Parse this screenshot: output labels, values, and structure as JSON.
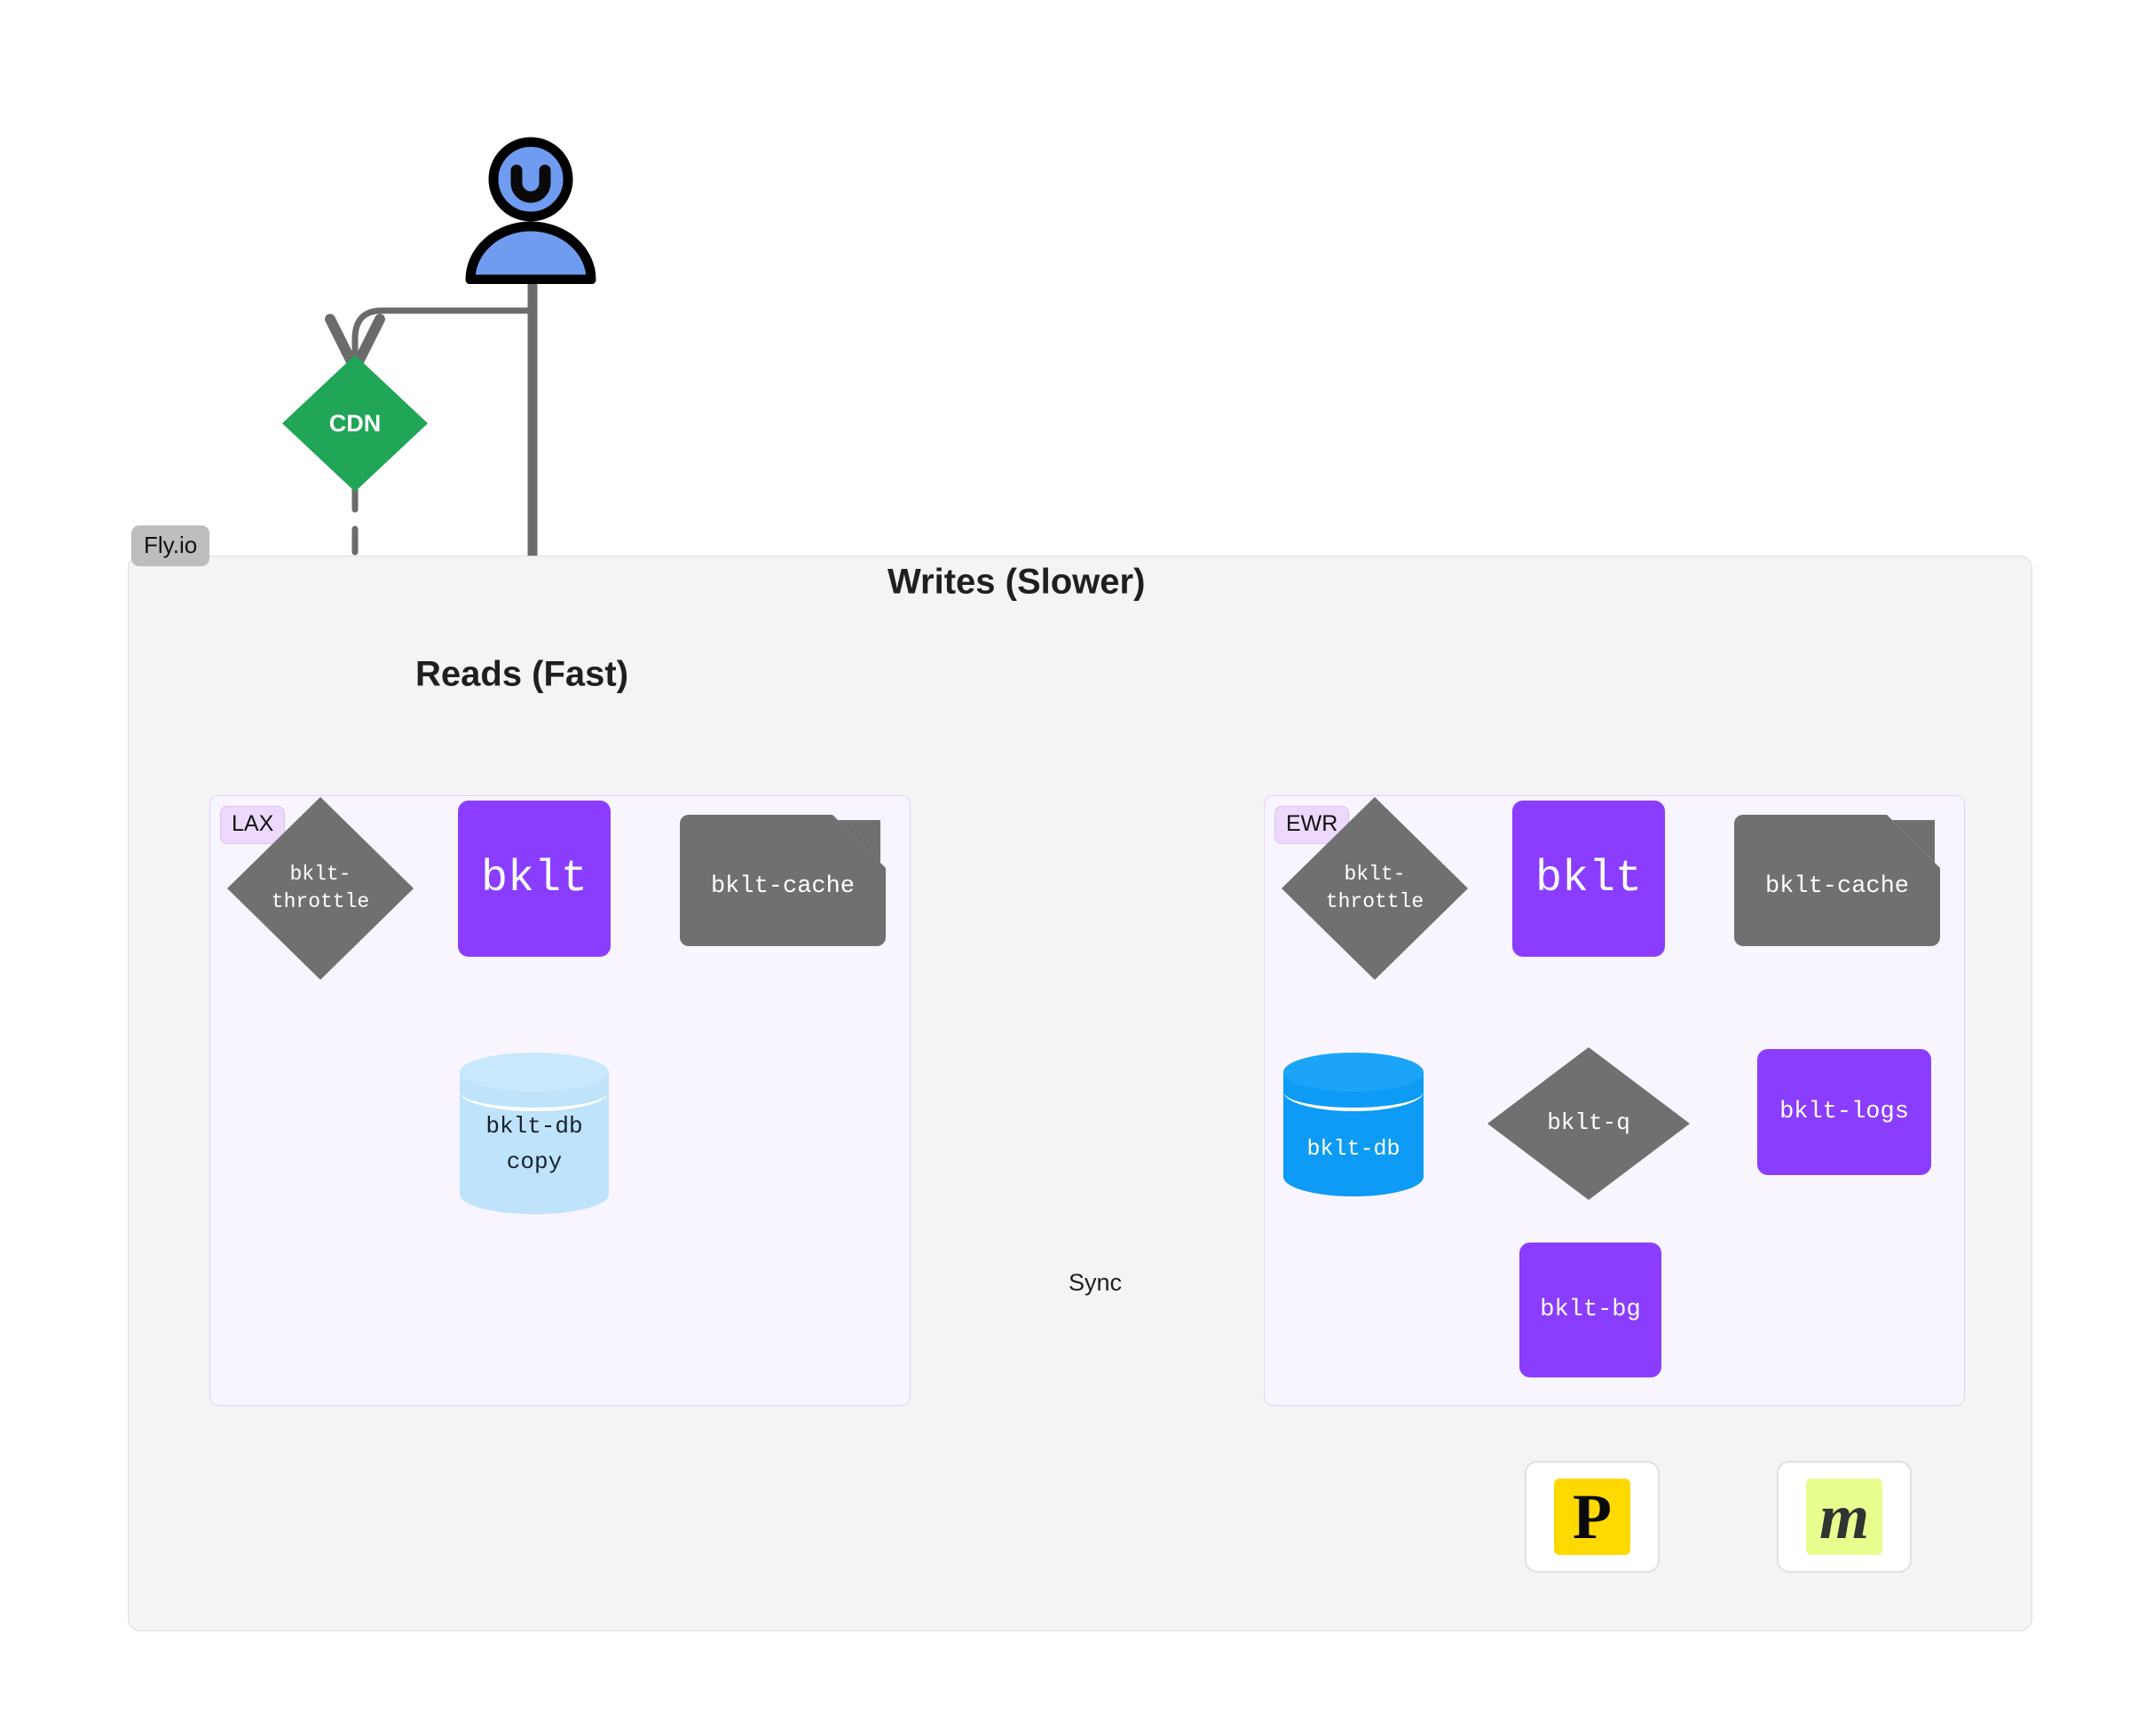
{
  "diagram": {
    "title": "Fly.io multi-region bklt architecture",
    "type": "architecture-flow"
  },
  "actor": {
    "name": "user",
    "icon": "user-icon"
  },
  "cdn": {
    "label": "CDN",
    "shape": "diamond",
    "color": "#21a557"
  },
  "cloud": {
    "tag": "Fly.io",
    "tag_color": "#bdbdbd",
    "background": "#f4f4f4"
  },
  "flow_labels": {
    "reads": "Reads (Fast)",
    "writes": "Writes (Slower)",
    "sync": "Sync"
  },
  "regions": [
    {
      "tag": "LAX",
      "nodes": {
        "throttle": "bklt-\nthrottle",
        "app": "bklt",
        "cache": "bklt-cache",
        "db": "bklt-db\ncopy"
      }
    },
    {
      "tag": "EWR",
      "nodes": {
        "throttle": "bklt-\nthrottle",
        "app": "bklt",
        "cache": "bklt-cache",
        "db": "bklt-db",
        "queue": "bklt-q",
        "logs": "bklt-logs",
        "background": "bklt-bg"
      }
    }
  ],
  "services": [
    {
      "glyph": "P",
      "bg": "#ffd900",
      "fg": "#0a0a0a",
      "name": "service-tile-p"
    },
    {
      "glyph": "m",
      "bg": "#e8fe8e",
      "fg": "#2e3532",
      "name": "service-tile-m"
    }
  ],
  "colors": {
    "purple": "#8b3dff",
    "gray": "#707070",
    "green": "#21a557",
    "db_blue": "#0d9bf5",
    "db_blue_light": "#bfe3fb",
    "region_bg": "#f9f5ff",
    "cloud_bg": "#f4f4f4",
    "edge": "#6b6b6b",
    "edge_thin": "#575757",
    "edge_light": "#a8a8a8"
  }
}
